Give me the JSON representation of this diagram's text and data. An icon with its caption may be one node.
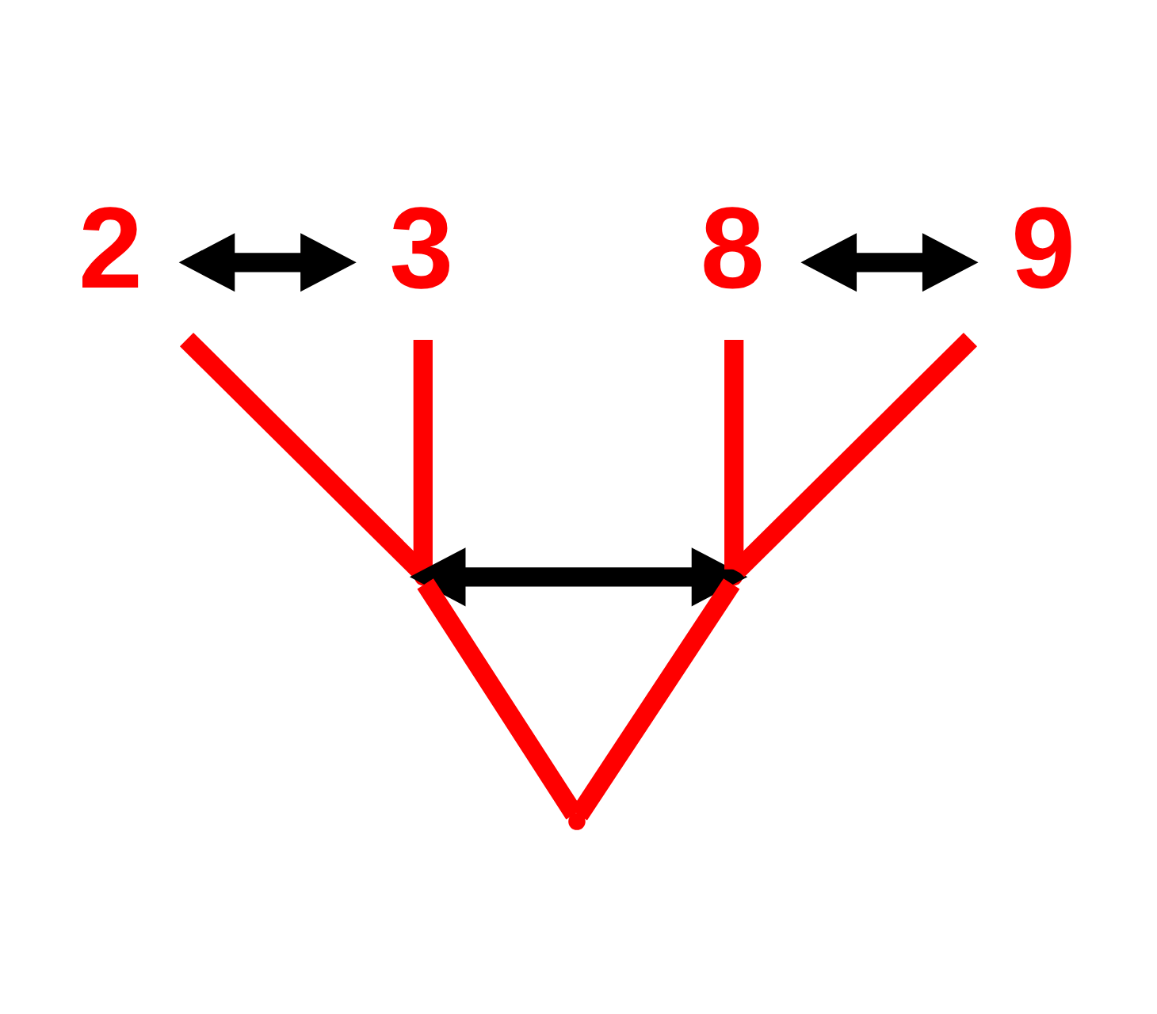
{
  "diagram": {
    "nodes": [
      {
        "text": [
          "2"
        ]
      },
      {
        "text": [
          "3"
        ]
      },
      {
        "text": [
          "8"
        ]
      },
      {
        "text": [
          "9"
        ]
      },
      {
        "text": [],
        "shape": "point"
      },
      {
        "text": [],
        "shape": "point"
      },
      {
        "text": [],
        "shape": "point"
      }
    ],
    "edges": [
      {
        "from": 6,
        "to": 4,
        "arrow": "none"
      },
      {
        "from": 6,
        "to": 5,
        "arrow": "none"
      },
      {
        "from": 4,
        "to": 0,
        "arrow": "none"
      },
      {
        "from": 4,
        "to": 1,
        "arrow": "none"
      },
      {
        "from": 5,
        "to": 2,
        "arrow": "none"
      },
      {
        "from": 5,
        "to": 3,
        "arrow": "none"
      },
      {
        "from": 0,
        "to": 1,
        "arrow": "both",
        "color": "#000000"
      },
      {
        "from": 4,
        "to": 5,
        "arrow": "both",
        "color": "#000000"
      },
      {
        "from": 2,
        "to": 3,
        "arrow": "both",
        "color": "#000000"
      }
    ]
  }
}
